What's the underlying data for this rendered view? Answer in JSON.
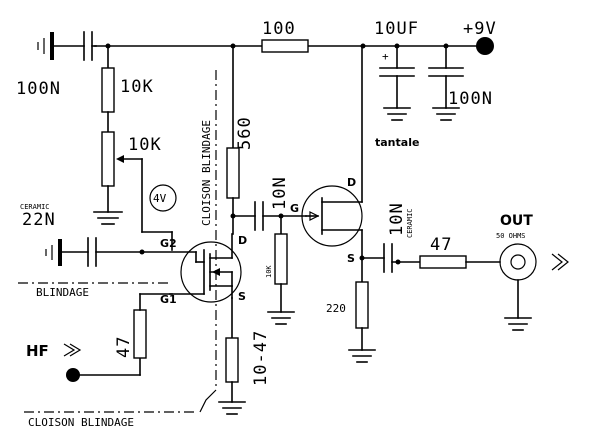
{
  "labels": {
    "r100": "100",
    "c10uf": "10UF",
    "supply": "+9V",
    "c100n_left": "100N",
    "r10k_top": "10K",
    "r10k_pot": "10K",
    "c100n_right": "100N",
    "tantale": "tantale",
    "r560": "560",
    "c10n_mid": "10N",
    "ceramic_top": "CERAMIC",
    "c22n": "22N",
    "volt_4v": "4V",
    "drain2": "D",
    "g_pin": "G",
    "r10k_vert": "10K",
    "c10n_right": "10N",
    "ceramic_right": "CERAMIC",
    "out": "OUT",
    "ohms": "50 OHMS",
    "g2": "G2",
    "drain1": "D",
    "blindage": "BLINDAGE",
    "g1": "G1",
    "source1": "S",
    "source2": "S",
    "r47_right": "47",
    "r220": "220",
    "hf": "HF",
    "r47_left": "47",
    "r10_47": "10-47",
    "cloison_vertical": "CLOISON BLINDAGE",
    "cloison_bottom": "CLOISON BLINDAGE"
  }
}
